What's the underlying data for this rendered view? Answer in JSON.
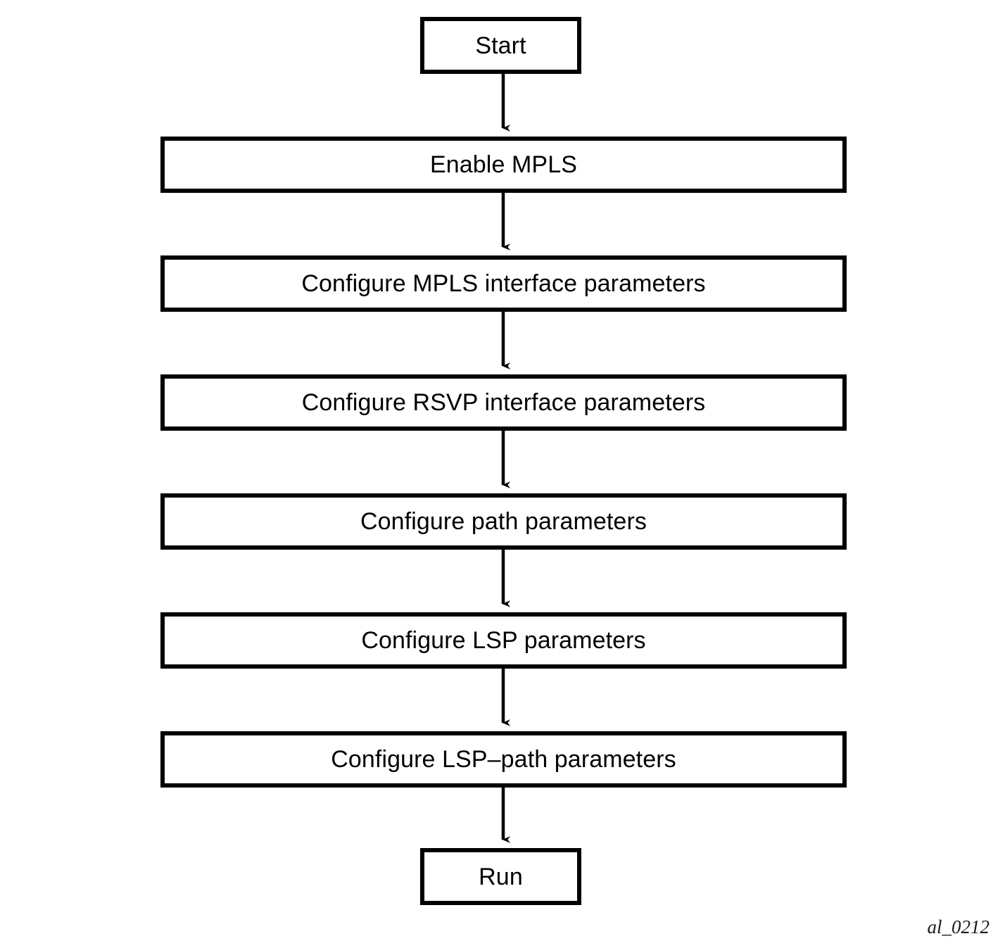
{
  "diagram": {
    "type": "flowchart",
    "orientation": "top-to-bottom",
    "caption": "al_0212",
    "colors": {
      "background": "#ffffff",
      "stroke": "#000000",
      "fill": "#ffffff",
      "text": "#000000"
    },
    "nodes": [
      {
        "id": "start",
        "label": "Start",
        "shape": "rectangle",
        "role": "terminal"
      },
      {
        "id": "enable",
        "label": "Enable MPLS",
        "shape": "rectangle",
        "role": "process"
      },
      {
        "id": "mplsif",
        "label": "Configure MPLS interface parameters",
        "shape": "rectangle",
        "role": "process"
      },
      {
        "id": "rsvpif",
        "label": "Configure RSVP interface parameters",
        "shape": "rectangle",
        "role": "process"
      },
      {
        "id": "path",
        "label": "Configure path parameters",
        "shape": "rectangle",
        "role": "process"
      },
      {
        "id": "lsp",
        "label": "Configure LSP parameters",
        "shape": "rectangle",
        "role": "process"
      },
      {
        "id": "lsppath",
        "label": "Configure LSP–path parameters",
        "shape": "rectangle",
        "role": "process"
      },
      {
        "id": "run",
        "label": "Run",
        "shape": "rectangle",
        "role": "terminal"
      }
    ],
    "edges": [
      {
        "from": "start",
        "to": "enable",
        "style": "arrow-down"
      },
      {
        "from": "enable",
        "to": "mplsif",
        "style": "arrow-down"
      },
      {
        "from": "mplsif",
        "to": "rsvpif",
        "style": "arrow-down"
      },
      {
        "from": "rsvpif",
        "to": "path",
        "style": "arrow-down"
      },
      {
        "from": "path",
        "to": "lsp",
        "style": "arrow-down"
      },
      {
        "from": "lsp",
        "to": "lsppath",
        "style": "arrow-down"
      },
      {
        "from": "lsppath",
        "to": "run",
        "style": "arrow-down"
      }
    ]
  }
}
